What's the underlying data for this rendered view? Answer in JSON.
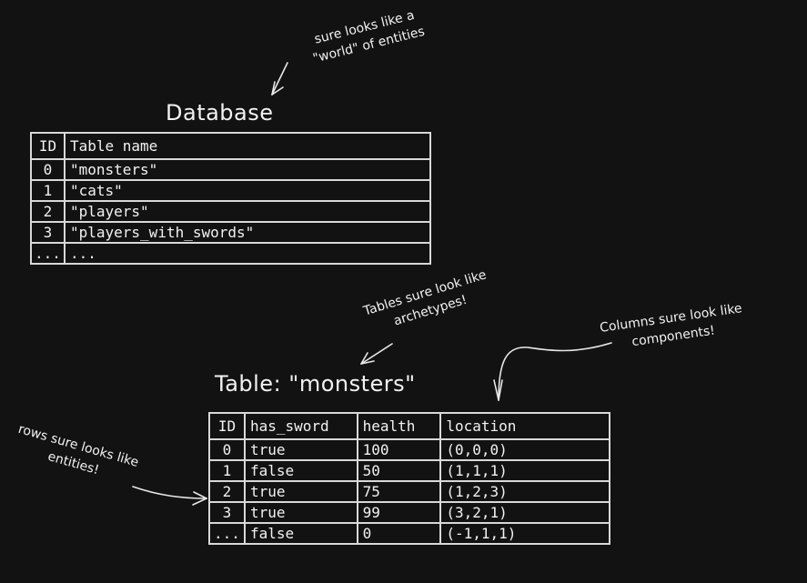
{
  "database": {
    "title": "Database",
    "headers": [
      "ID",
      "Table name"
    ],
    "rows": [
      [
        "0",
        "\"monsters\""
      ],
      [
        "1",
        "\"cats\""
      ],
      [
        "2",
        "\"players\""
      ],
      [
        "3",
        "\"players_with_swords\""
      ],
      [
        "...",
        "..."
      ]
    ]
  },
  "monsters": {
    "title": "Table: \"monsters\"",
    "headers": [
      "ID",
      "has_sword",
      "health",
      "location"
    ],
    "rows": [
      [
        "0",
        "true",
        "100",
        "(0,0,0)"
      ],
      [
        "1",
        "false",
        "50",
        "(1,1,1)"
      ],
      [
        "2",
        "true",
        "75",
        "(1,2,3)"
      ],
      [
        "3",
        "true",
        "99",
        "(3,2,1)"
      ],
      [
        "...",
        "false",
        "0",
        "(-1,1,1)"
      ]
    ]
  },
  "annotations": {
    "world": [
      "sure looks like a",
      "\"world\" of entities"
    ],
    "archetypes": [
      "Tables sure look like",
      "archetypes!"
    ],
    "components": [
      "Columns sure look like",
      "components!"
    ],
    "entities": [
      "rows sure looks like",
      "entities!"
    ]
  }
}
